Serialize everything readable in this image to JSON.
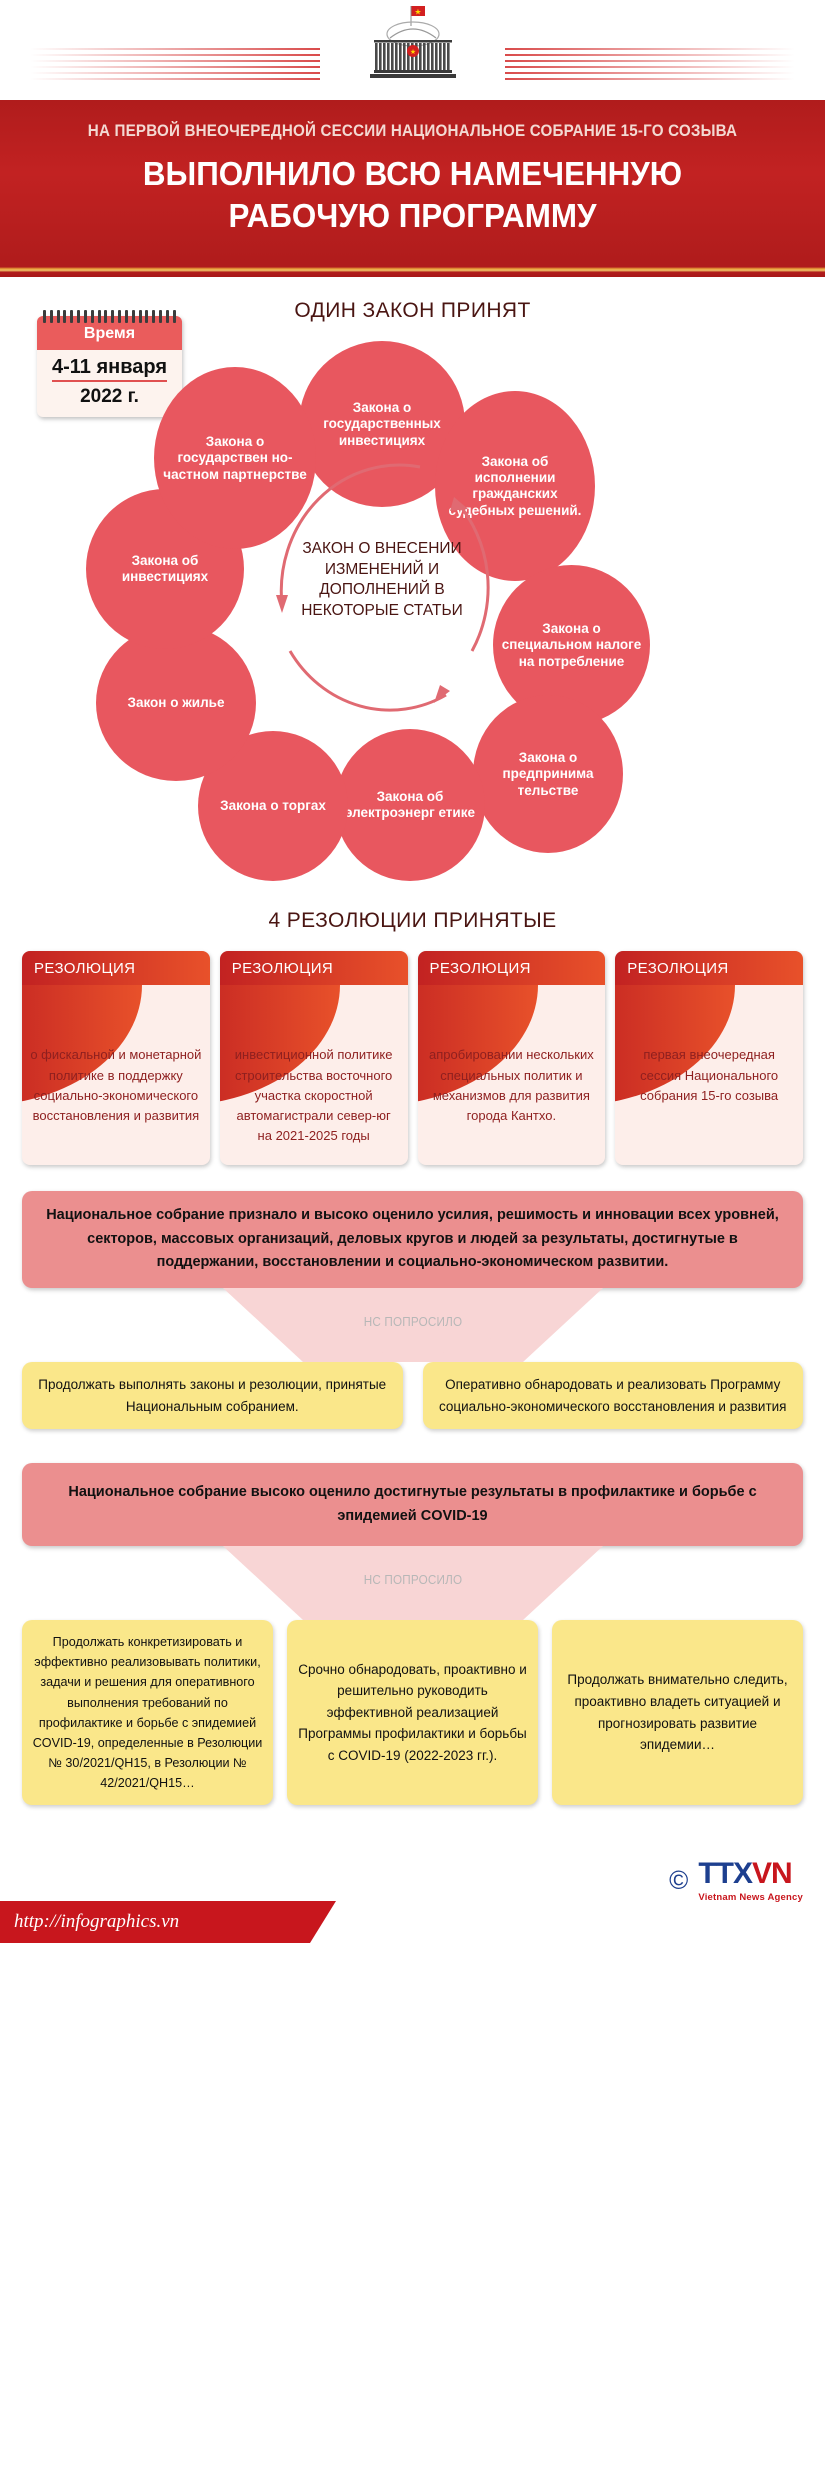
{
  "header": {
    "emblem_name": "national-assembly-building-emblem",
    "banner_subtitle": "НА ПЕРВОЙ ВНЕОЧЕРЕДНОЙ СЕССИИ НАЦИОНАЛЬНОЕ СОБРАНИЕ 15-ГО СОЗЫВА",
    "banner_title_line1": "ВЫПОЛНИЛО ВСЮ НАМЕЧЕННУЮ",
    "banner_title_line2": "РАБОЧУЮ ПРОГРАММУ"
  },
  "calendar": {
    "label": "Время",
    "date_range": "4-11 января",
    "year": "2022 г."
  },
  "laws_section": {
    "title": "ОДИН ЗАКОН ПРИНЯТ",
    "center_text": "ЗАКОН О ВНЕСЕНИИ ИЗМЕНЕНИЙ И ДОПОЛНЕНИЙ В НЕКОТОРЫЕ СТАТЬИ",
    "bubbles": [
      "Закона о государственных инвестициях",
      "Закона об исполнении гражданских судебных решений.",
      "Закона о специальном налоге на потребление",
      "Закона о предпринима тельстве",
      "Закона об электроэнерг етике",
      "Закона о торгах",
      "Закон о жилье",
      "Закона об инвестициях",
      "Закона о государствен но-частном партнерстве"
    ]
  },
  "resolutions_section": {
    "title": "4 РЕЗОЛЮЦИИ ПРИНЯТЫЕ",
    "cards": [
      {
        "head": "РЕЗОЛЮЦИЯ",
        "body": "о фискальной и монетарной политике в поддержку социально-экономического восстановления и развития"
      },
      {
        "head": "РЕЗОЛЮЦИЯ",
        "body": "инвестиционной политике строительства восточного участка скоростной автомагистрали север-юг на 2021-2025 годы"
      },
      {
        "head": "РЕЗОЛЮЦИЯ",
        "body": "апробировании нескольких специальных политик и механизмов для развития города Кантхо."
      },
      {
        "head": "РЕЗОЛЮЦИЯ",
        "body": "первая внеочередная сессия Национального собрания 15-го созыва"
      }
    ]
  },
  "flow_1": {
    "statement": "Национальное собрание признало и высоко оценило усилия, решимость и инновации всех уровней, секторов, массовых организаций, деловых кругов и людей за результаты, достигнутые в поддержании, восстановлении и социально-экономическом развитии.",
    "arrow_label": "НС ПОПРОСИЛО",
    "items": [
      "Продолжать выполнять законы и резолюции, принятые Национальным собранием.",
      "Оперативно обнародовать и реализовать Программу социально-экономического восстановления и развития"
    ]
  },
  "flow_2": {
    "statement": "Национальное собрание высоко оценило достигнутые результаты в профилактике и борьбе с эпидемией COVID-19",
    "arrow_label": "НС ПОПРОСИЛО",
    "items": [
      "Продолжать конкретизировать и эффективно реализовывать политики, задачи и решения для оперативного выполнения требований по профилактике и борьбе с эпидемией COVID-19, определенные в Резолюции № 30/2021/QH15, в Резолюции № 42/2021/QH15…",
      "Срочно обнародовать, проактивно и решительно руководить эффективной реализацией Программы профилактики и борьбы с COVID-19 (2022-2023 гг.).",
      "Продолжать внимательно следить, проактивно владеть ситуацией и прогнозировать развитие эпидемии…"
    ]
  },
  "footer": {
    "url": "http://infographics.vn",
    "copyright_symbol": "©",
    "logo_ttx": "TTX",
    "logo_vn": "VN",
    "logo_tagline": "Vietnam News Agency"
  },
  "colors": {
    "banner_red": "#c22222",
    "bubble_red": "#e8575f",
    "pink": "#eb8f8f",
    "yellow": "#fae78a",
    "footer_red": "#c8161d"
  }
}
